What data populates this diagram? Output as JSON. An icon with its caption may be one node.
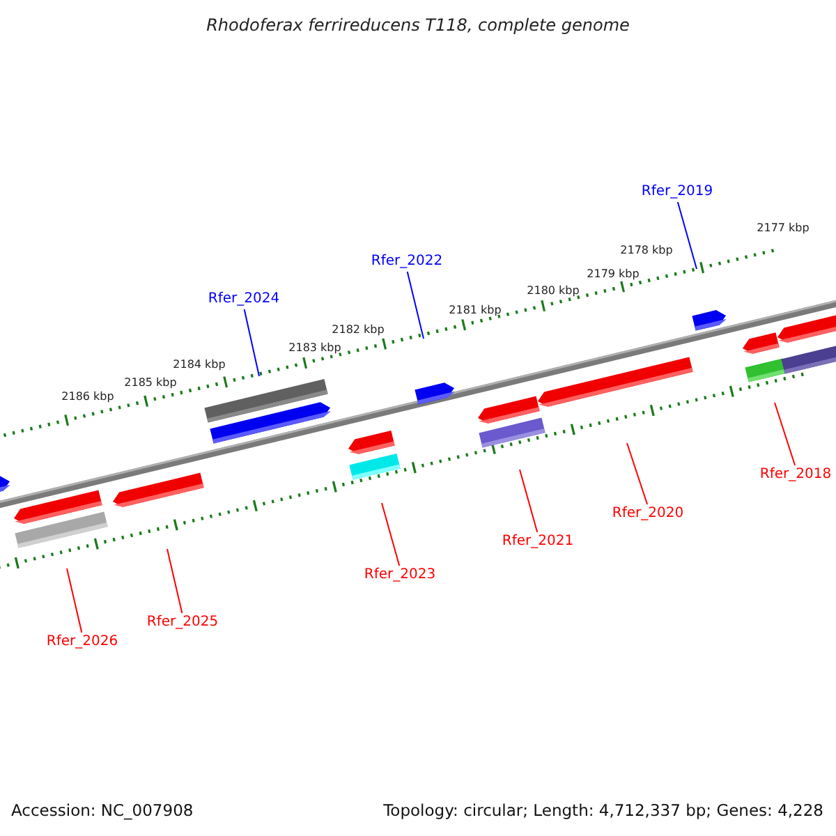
{
  "diagram": {
    "title": "Rhodoferax ferrireducens T118, complete genome",
    "nodes": [
      {
        "text": [
          "Rfer_2019"
        ]
      },
      {
        "text": [
          "Rfer_2022"
        ]
      },
      {
        "text": [
          "Rfer_2024"
        ]
      },
      {
        "text": [
          "Rfer_2018"
        ]
      },
      {
        "text": [
          "Rfer_2020"
        ]
      },
      {
        "text": [
          "Rfer_2021"
        ]
      },
      {
        "text": [
          "Rfer_2023"
        ]
      },
      {
        "text": [
          "Rfer_2025"
        ]
      },
      {
        "text": [
          "Rfer_2026"
        ]
      }
    ],
    "edges": [
      {
        "from": 0,
        "to": null,
        "arrow": "none",
        "color": "#0000ff"
      },
      {
        "from": 1,
        "to": null,
        "arrow": "none",
        "color": "#0000ff"
      },
      {
        "from": 2,
        "to": null,
        "arrow": "none",
        "color": "#0000ff"
      },
      {
        "from": 3,
        "to": null,
        "arrow": "none"
      },
      {
        "from": 4,
        "to": null,
        "arrow": "none"
      },
      {
        "from": 5,
        "to": null,
        "arrow": "none"
      },
      {
        "from": 6,
        "to": null,
        "arrow": "none"
      },
      {
        "from": 7,
        "to": null,
        "arrow": "none"
      },
      {
        "from": 8,
        "to": null,
        "arrow": "none"
      }
    ],
    "labels": [
      "2177 kbp",
      "2178 kbp",
      "2179 kbp",
      "2180 kbp",
      "2181 kbp",
      "2182 kbp",
      "2183 kbp",
      "2184 kbp",
      "2185 kbp",
      "2186 kbp",
      "Accession: NC_007908",
      "Topology: circular; Length: 4,712,337 bp; Genes: 4,228"
    ]
  }
}
